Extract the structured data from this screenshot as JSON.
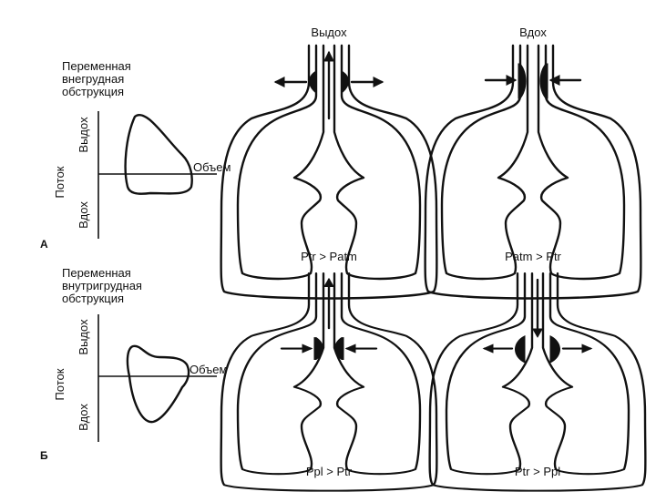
{
  "panel_a": {
    "letter": "А",
    "title_lines": [
      "Переменная",
      "внегрудная",
      "обструкция"
    ],
    "axis_label": "Поток",
    "y_top_label": "Выдох",
    "y_bottom_label": "Вдох",
    "x_label": "Объем",
    "expiration_header": "Выдох",
    "inspiration_header": "Вдох",
    "expiration_caption": "Ptr > Patm",
    "inspiration_caption": "Patm > Ptr"
  },
  "panel_b": {
    "letter": "Б",
    "title_lines": [
      "Переменная",
      "внутригрудная",
      "обструкция"
    ],
    "axis_label": "Поток",
    "y_top_label": "Выдох",
    "y_bottom_label": "Вдох",
    "x_label": "Объем",
    "expiration_caption": "Ppl > Ptr",
    "inspiration_caption": "Ptr > Ppl"
  }
}
